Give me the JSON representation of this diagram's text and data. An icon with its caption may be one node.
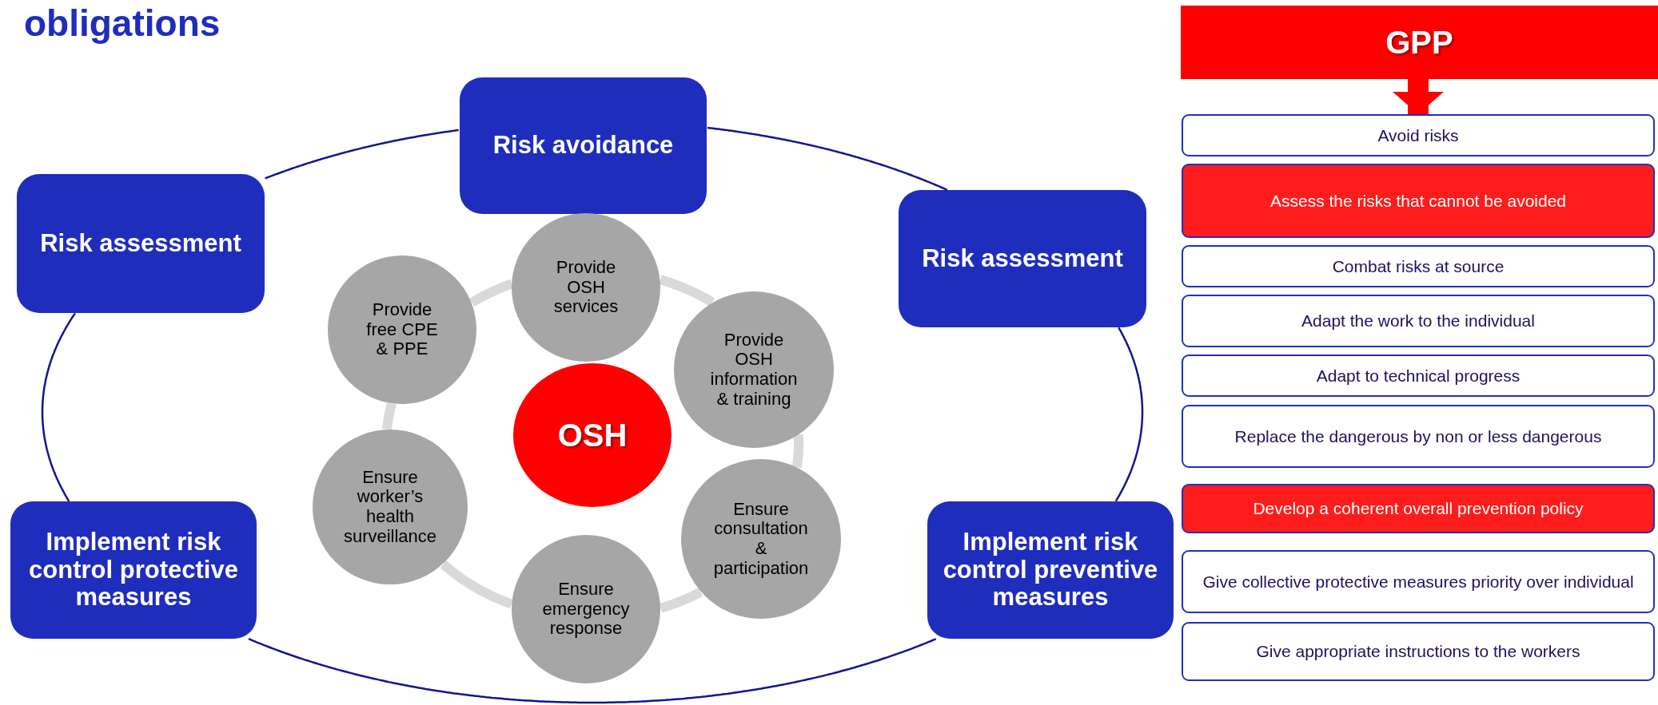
{
  "diagram": {
    "title": "obligations",
    "nodes": [
      {
        "text": [
          "Risk avoidance"
        ]
      },
      {
        "text": [
          "Risk assessment"
        ]
      },
      {
        "text": [
          "Risk assessment"
        ]
      },
      {
        "text": [
          "Provide OSH services"
        ]
      },
      {
        "text": [
          "Provide free CPE & PPE"
        ]
      },
      {
        "text": [
          "Provide OSH information & training"
        ]
      },
      {
        "text": [
          "OSH"
        ]
      },
      {
        "text": [
          "Ensure worker’s health surveillance"
        ]
      },
      {
        "text": [
          "Ensure consultation & participation"
        ]
      },
      {
        "text": [
          "Ensure emergency response"
        ]
      },
      {
        "text": [
          "Implement risk control protective measures"
        ]
      },
      {
        "text": [
          "Implement risk control preventive measures"
        ]
      },
      {
        "text": [
          "GPP"
        ]
      },
      {
        "text": [
          "Avoid risks"
        ]
      },
      {
        "text": [
          "Assess the risks that cannot be avoided"
        ]
      },
      {
        "text": [
          "Combat risks at source"
        ]
      },
      {
        "text": [
          "Adapt the work to the individual"
        ]
      },
      {
        "text": [
          "Adapt to technical progress"
        ]
      },
      {
        "text": [
          "Replace the dangerous by non or less dangerous"
        ]
      },
      {
        "text": [
          "Develop a coherent overall prevention policy"
        ]
      },
      {
        "text": [
          "Give collective protective measures priority over individual"
        ]
      },
      {
        "text": [
          "Give appropriate instructions to the workers"
        ]
      }
    ],
    "edges": [
      {
        "from": 1,
        "to": 0,
        "arrow": "none",
        "color": "#14148c"
      },
      {
        "from": 0,
        "to": 2,
        "arrow": "none",
        "color": "#14148c"
      },
      {
        "from": 2,
        "to": 11,
        "arrow": "none",
        "color": "#14148c"
      },
      {
        "from": 11,
        "to": 10,
        "arrow": "none",
        "color": "#14148c"
      },
      {
        "from": 10,
        "to": 1,
        "arrow": "none",
        "color": "#14148c"
      },
      {
        "from": 3,
        "to": 5,
        "arrow": "none"
      },
      {
        "from": 5,
        "to": 8,
        "arrow": "none"
      },
      {
        "from": 8,
        "to": 9,
        "arrow": "none"
      },
      {
        "from": 9,
        "to": 7,
        "arrow": "none"
      },
      {
        "from": 7,
        "to": 4,
        "arrow": "none"
      },
      {
        "from": 4,
        "to": 3,
        "arrow": "none"
      },
      {
        "from": 12,
        "to": 13,
        "arrow": "to",
        "style": "thick",
        "color": "#ff0000"
      }
    ]
  }
}
